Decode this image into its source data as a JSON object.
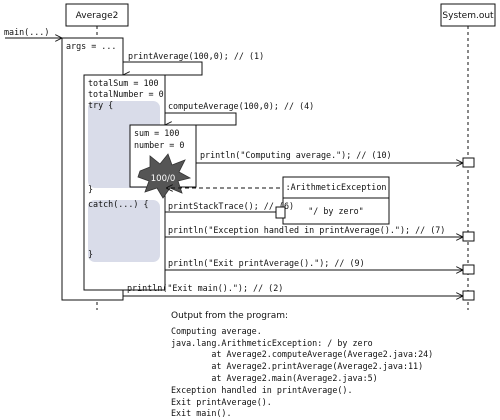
{
  "lifelines": {
    "average2": "Average2",
    "system_out": "System.out"
  },
  "exception_object": {
    "class_name": ":ArithmeticException",
    "message": "\"/ by zero\""
  },
  "labels": {
    "main_call": "main(...)",
    "args": "args = ...",
    "call_print_average": "printAverage(100,0); // (1)",
    "total_sum": "totalSum = 100",
    "total_number": "totalNumber = 0",
    "try_open": "try {",
    "call_compute_average": "computeAverage(100,0); // (4)",
    "sum": "sum = 100",
    "number": "number = 0",
    "println_computing": "println(\"Computing average.\"); // (10)",
    "exception_burst": "100/0",
    "try_close": "}",
    "catch_open": "catch(...) {",
    "print_stack_trace": "printStackTrace(); // (6)",
    "println_handled": "println(\"Exception handled in printAverage().\"); // (7)",
    "catch_close": "}",
    "println_exit_print_average": "println(\"Exit printAverage().\"); // (9)",
    "println_exit_main": "println(\"Exit main().\"); // (2)"
  },
  "program_output": {
    "caption": "Output from the program:",
    "lines": [
      "Computing average.",
      "java.lang.ArithmeticException: / by zero",
      "        at Average2.computeAverage(Average2.java:24)",
      "        at Average2.printAverage(Average2.java:11)",
      "        at Average2.main(Average2.java:5)",
      "Exception handled in printAverage().",
      "Exit printAverage().",
      "Exit main()."
    ]
  },
  "colors": {
    "block_fill": "#d9dce9",
    "burst_fill": "#555555",
    "line": "#111111"
  }
}
